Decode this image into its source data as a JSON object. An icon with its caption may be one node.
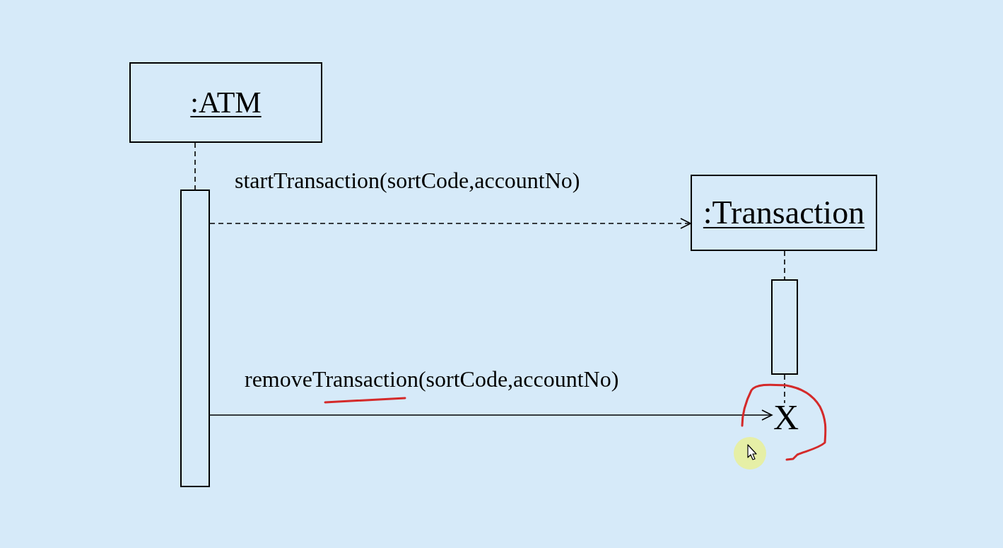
{
  "diagram": {
    "nodes": [
      {
        "text": [
          ":ATM"
        ]
      },
      {
        "text": [],
        "shape": "bar"
      },
      {
        "text": [
          ":Transaction"
        ]
      },
      {
        "text": [],
        "shape": "bar"
      },
      {
        "text": [
          "X"
        ]
      }
    ],
    "edges": [
      {
        "from": 0,
        "to": 1,
        "arrow": "none",
        "style": "dashed"
      },
      {
        "from": 1,
        "to": 2,
        "arrow": "to",
        "style": "dashed",
        "label": "startTransaction(sortCode,accountNo)"
      },
      {
        "from": 2,
        "to": 3,
        "arrow": "none",
        "style": "dashed"
      },
      {
        "from": 3,
        "to": 4,
        "arrow": "none",
        "style": "dashed"
      },
      {
        "from": 1,
        "to": 4,
        "arrow": "to",
        "label": "removeTransaction(sortCode,accountNo)"
      }
    ]
  }
}
